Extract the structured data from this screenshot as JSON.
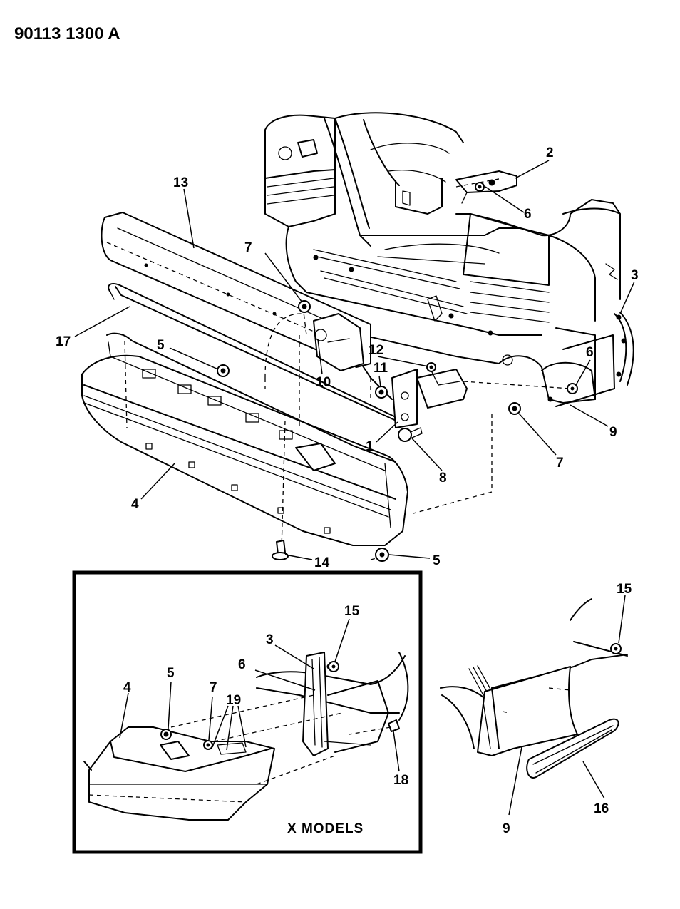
{
  "document_number": "90113 1300 A",
  "inset_caption": "X MODELS",
  "callouts": {
    "c1": "1",
    "c2": "2",
    "c3a": "3",
    "c3b": "3",
    "c4a": "4",
    "c4b": "4",
    "c5a": "5",
    "c5b": "5",
    "c5c": "5",
    "c6a": "6",
    "c6b": "6",
    "c6c": "6",
    "c7a": "7",
    "c7b": "7",
    "c7c": "7",
    "c8": "8",
    "c9a": "9",
    "c9b": "9",
    "c10": "10",
    "c11": "11",
    "c12": "12",
    "c13": "13",
    "c14": "14",
    "c15a": "15",
    "c15b": "15",
    "c16": "16",
    "c17": "17",
    "c18": "18",
    "c19": "19"
  }
}
